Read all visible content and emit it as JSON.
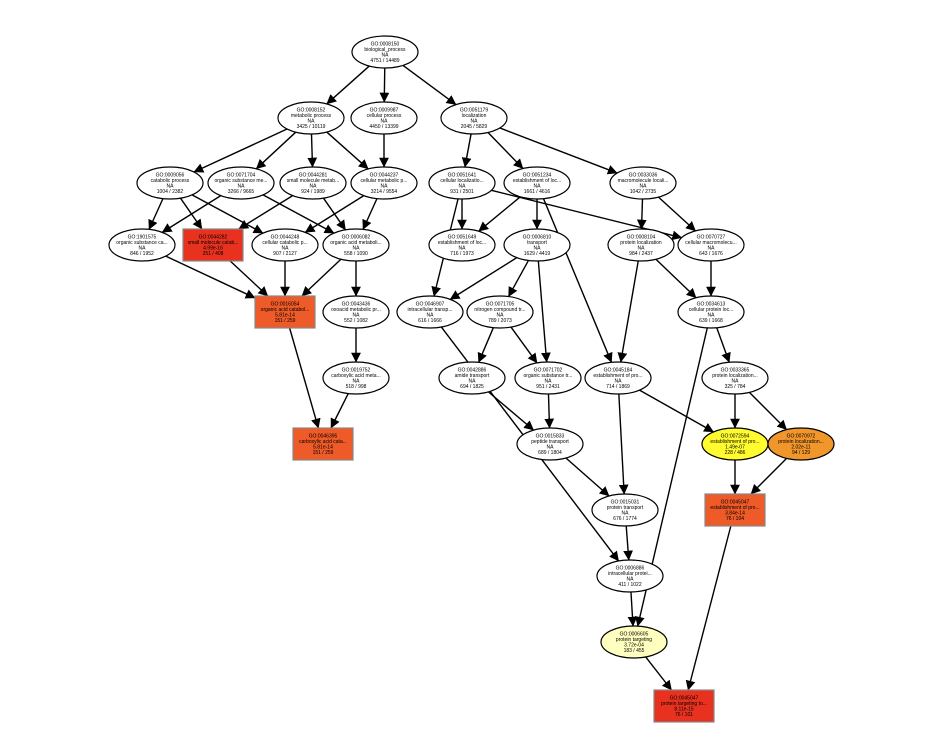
{
  "graph": {
    "colors": {
      "na": "#ffffff",
      "red": "#e8321f",
      "orange_red": "#ee5a28",
      "orange": "#f0962a",
      "yellow": "#fffb2e",
      "pale_yellow": "#ffffbf",
      "border": "#000000",
      "rect_border": "#888888"
    },
    "nodes": [
      {
        "id": "n0",
        "shape": "ellipse",
        "fill": "na",
        "lines": [
          "GO:0008150",
          "biological_process",
          "NA",
          "4751 / 14489"
        ]
      },
      {
        "id": "n1",
        "shape": "ellipse",
        "fill": "na",
        "lines": [
          "GO:0008152",
          "metabolic process",
          "NA",
          "3425 / 10119"
        ]
      },
      {
        "id": "n2",
        "shape": "ellipse",
        "fill": "na",
        "lines": [
          "GO:0009987",
          "cellular process",
          "NA",
          "4450 / 13399"
        ]
      },
      {
        "id": "n3",
        "shape": "ellipse",
        "fill": "na",
        "lines": [
          "GO:0051179",
          "localization",
          "NA",
          "2045 / 5829"
        ]
      },
      {
        "id": "n4",
        "shape": "ellipse",
        "fill": "na",
        "lines": [
          "GO:0009056",
          "catabolic process",
          "NA",
          "1004 / 2382"
        ]
      },
      {
        "id": "n5",
        "shape": "ellipse",
        "fill": "na",
        "lines": [
          "GO:0071704",
          "organic substance me...",
          "NA",
          "3266 / 9665"
        ]
      },
      {
        "id": "n6",
        "shape": "ellipse",
        "fill": "na",
        "lines": [
          "GO:0044281",
          "small molecule metab...",
          "NA",
          "924 / 1989"
        ]
      },
      {
        "id": "n7",
        "shape": "ellipse",
        "fill": "na",
        "lines": [
          "GO:0044237",
          "cellular metabolic p...",
          "NA",
          "3214 / 9554"
        ]
      },
      {
        "id": "n8",
        "shape": "ellipse",
        "fill": "na",
        "lines": [
          "GO:0051641",
          "cellular localizatio...",
          "NA",
          "931 / 2501"
        ]
      },
      {
        "id": "n9",
        "shape": "ellipse",
        "fill": "na",
        "lines": [
          "GO:0051234",
          "establishment of loc...",
          "NA",
          "1661 / 4616"
        ]
      },
      {
        "id": "n10",
        "shape": "ellipse",
        "fill": "na",
        "lines": [
          "GO:0033036",
          "macromolecule locali...",
          "NA",
          "1042 / 2735"
        ]
      },
      {
        "id": "n11",
        "shape": "ellipse",
        "fill": "na",
        "lines": [
          "GO:1901575",
          "organic substance ca...",
          "NA",
          "846 / 1952"
        ]
      },
      {
        "id": "n12",
        "shape": "rect",
        "fill": "red",
        "lines": [
          "GO:0044282",
          "small molecule catab...",
          "4.99e-16",
          "251 / 408"
        ]
      },
      {
        "id": "n13",
        "shape": "ellipse",
        "fill": "na",
        "lines": [
          "GO:0044248",
          "cellular catabolic p...",
          "NA",
          "907 / 2127"
        ]
      },
      {
        "id": "n14",
        "shape": "ellipse",
        "fill": "na",
        "lines": [
          "GO:0006082",
          "organic acid metaboli...",
          "NA",
          "558 / 1090"
        ]
      },
      {
        "id": "n15",
        "shape": "ellipse",
        "fill": "na",
        "lines": [
          "GO:0051649",
          "establishment of loc...",
          "NA",
          "716 / 1973"
        ]
      },
      {
        "id": "n16",
        "shape": "ellipse",
        "fill": "na",
        "lines": [
          "GO:0006810",
          "transport",
          "NA",
          "1629 / 4419"
        ]
      },
      {
        "id": "n17",
        "shape": "ellipse",
        "fill": "na",
        "lines": [
          "GO:0008104",
          "protein localization",
          "NA",
          "984 / 2437"
        ]
      },
      {
        "id": "n18",
        "shape": "ellipse",
        "fill": "na",
        "lines": [
          "GO:0070727",
          "cellular macromolecu...",
          "NA",
          "643 / 1676"
        ]
      },
      {
        "id": "n19",
        "shape": "rect",
        "fill": "orange_red",
        "lines": [
          "GO:0016054",
          "organic acid catabol...",
          "5.81e-14",
          "151 / 259"
        ]
      },
      {
        "id": "n20",
        "shape": "ellipse",
        "fill": "na",
        "lines": [
          "GO:0043436",
          "oxoacid metabolic pr...",
          "NA",
          "552 / 1082"
        ]
      },
      {
        "id": "n21",
        "shape": "ellipse",
        "fill": "na",
        "lines": [
          "GO:0046907",
          "intracellular transp...",
          "NA",
          "616 / 1666"
        ]
      },
      {
        "id": "n22",
        "shape": "ellipse",
        "fill": "na",
        "lines": [
          "GO:0071705",
          "nitrogen compound tr...",
          "NA",
          "789 / 2073"
        ]
      },
      {
        "id": "n23",
        "shape": "ellipse",
        "fill": "na",
        "lines": [
          "GO:0034613",
          "cellular protein loc...",
          "NA",
          "639 / 1668"
        ]
      },
      {
        "id": "n24",
        "shape": "ellipse",
        "fill": "na",
        "lines": [
          "GO:0019752",
          "carboxylic acid meta...",
          "NA",
          "518 / 998"
        ]
      },
      {
        "id": "n25",
        "shape": "ellipse",
        "fill": "na",
        "lines": [
          "GO:0042886",
          "amide transport",
          "NA",
          "694 / 1825"
        ]
      },
      {
        "id": "n26",
        "shape": "ellipse",
        "fill": "na",
        "lines": [
          "GO:0071702",
          "organic substance tr...",
          "NA",
          "951 / 2431"
        ]
      },
      {
        "id": "n27",
        "shape": "ellipse",
        "fill": "na",
        "lines": [
          "GO:0045184",
          "establishment of pro...",
          "NA",
          "714 / 1869"
        ]
      },
      {
        "id": "n28",
        "shape": "ellipse",
        "fill": "na",
        "lines": [
          "GO:0033365",
          "protein localization...",
          "NA",
          "325 / 784"
        ]
      },
      {
        "id": "n29",
        "shape": "rect",
        "fill": "orange_red",
        "lines": [
          "GO:0046395",
          "carboxylic acid cata...",
          "5.81e-14",
          "151 / 259"
        ]
      },
      {
        "id": "n30",
        "shape": "ellipse",
        "fill": "na",
        "lines": [
          "GO:0015833",
          "peptide transport",
          "NA",
          "689 / 1804"
        ]
      },
      {
        "id": "n31",
        "shape": "ellipse",
        "fill": "yellow",
        "lines": [
          "GO:0072594",
          "establishment of pro...",
          "1.49e-07",
          "228 / 486"
        ]
      },
      {
        "id": "n32",
        "shape": "ellipse",
        "fill": "orange",
        "lines": [
          "GO:0070972",
          "protein localization...",
          "2.02e-11",
          "94 / 129"
        ]
      },
      {
        "id": "n33",
        "shape": "ellipse",
        "fill": "na",
        "lines": [
          "GO:0015031",
          "protein transport",
          "NA",
          "676 / 1774"
        ]
      },
      {
        "id": "n34",
        "shape": "rect",
        "fill": "orange_red",
        "lines": [
          "GO:0045047",
          "establishment of pro...",
          "3.84e-14",
          "76 / 104"
        ]
      },
      {
        "id": "n35",
        "shape": "ellipse",
        "fill": "na",
        "lines": [
          "GO:0006886",
          "intracellular protei...",
          "NA",
          "411 / 1022"
        ]
      },
      {
        "id": "n36",
        "shape": "ellipse",
        "fill": "pale_yellow",
        "lines": [
          "GO:0006605",
          "protein targeting",
          "3.72e-04",
          "183 / 455"
        ]
      },
      {
        "id": "n37",
        "shape": "rect",
        "fill": "red",
        "lines": [
          "GO:0045047",
          "protein targeting to...",
          "8.11e-15",
          "76 / 101"
        ]
      }
    ],
    "edges": [
      [
        "n0",
        "n1"
      ],
      [
        "n0",
        "n2"
      ],
      [
        "n0",
        "n3"
      ],
      [
        "n1",
        "n4"
      ],
      [
        "n1",
        "n5"
      ],
      [
        "n1",
        "n6"
      ],
      [
        "n1",
        "n7"
      ],
      [
        "n2",
        "n7"
      ],
      [
        "n3",
        "n8"
      ],
      [
        "n3",
        "n9"
      ],
      [
        "n3",
        "n10"
      ],
      [
        "n4",
        "n11"
      ],
      [
        "n4",
        "n12"
      ],
      [
        "n4",
        "n13"
      ],
      [
        "n5",
        "n11"
      ],
      [
        "n5",
        "n14"
      ],
      [
        "n6",
        "n12"
      ],
      [
        "n6",
        "n14"
      ],
      [
        "n7",
        "n13"
      ],
      [
        "n7",
        "n14"
      ],
      [
        "n8",
        "n15"
      ],
      [
        "n8",
        "n18"
      ],
      [
        "n8",
        "n21"
      ],
      [
        "n9",
        "n15"
      ],
      [
        "n9",
        "n16"
      ],
      [
        "n9",
        "n27"
      ],
      [
        "n10",
        "n17"
      ],
      [
        "n10",
        "n18"
      ],
      [
        "n11",
        "n19"
      ],
      [
        "n12",
        "n19"
      ],
      [
        "n13",
        "n19"
      ],
      [
        "n14",
        "n19"
      ],
      [
        "n14",
        "n20"
      ],
      [
        "n16",
        "n21"
      ],
      [
        "n16",
        "n22"
      ],
      [
        "n16",
        "n26"
      ],
      [
        "n17",
        "n23"
      ],
      [
        "n17",
        "n27"
      ],
      [
        "n18",
        "n23"
      ],
      [
        "n19",
        "n29"
      ],
      [
        "n20",
        "n24"
      ],
      [
        "n21",
        "n35"
      ],
      [
        "n22",
        "n25"
      ],
      [
        "n22",
        "n26"
      ],
      [
        "n23",
        "n28"
      ],
      [
        "n23",
        "n36"
      ],
      [
        "n24",
        "n29"
      ],
      [
        "n25",
        "n30"
      ],
      [
        "n26",
        "n30"
      ],
      [
        "n27",
        "n31"
      ],
      [
        "n27",
        "n33"
      ],
      [
        "n28",
        "n31"
      ],
      [
        "n28",
        "n32"
      ],
      [
        "n30",
        "n33"
      ],
      [
        "n31",
        "n34"
      ],
      [
        "n32",
        "n34"
      ],
      [
        "n33",
        "n35"
      ],
      [
        "n34",
        "n37"
      ],
      [
        "n35",
        "n36"
      ],
      [
        "n36",
        "n37"
      ]
    ]
  }
}
